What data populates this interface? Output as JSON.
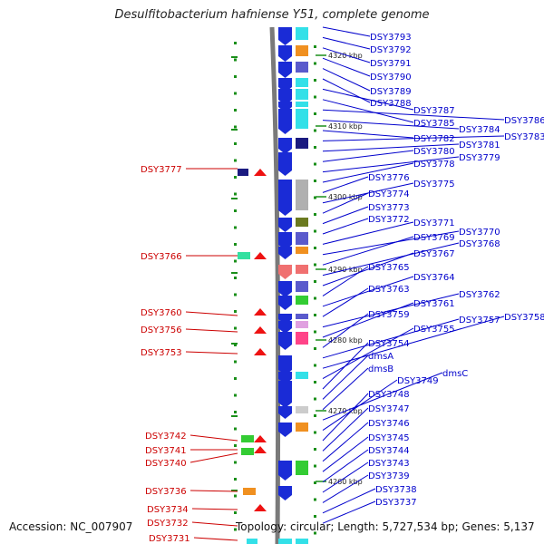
{
  "title": "Desulfitobacterium hafniense Y51, complete genome",
  "accession": "Accession: NC_007907",
  "summary": "Topology: circular; Length: 5,727,534 bp; Genes: 5,137",
  "colors": {
    "right_label": "#0000cc",
    "left_label": "#cc0000",
    "backbone": "#808080",
    "tick": "#1a8f1a"
  },
  "ruler_labels": [
    "4320 kbp",
    "4310 kbp",
    "4300 kbp",
    "4290 kbp",
    "4280 kbp",
    "4270 kbp",
    "4260 kbp"
  ],
  "right_genes": [
    "DSY3793",
    "DSY3792",
    "DSY3791",
    "DSY3790",
    "DSY3789",
    "DSY3788",
    "DSY3787",
    "DSY3785",
    "DSY3786",
    "DSY3784",
    "DSY3782",
    "DSY3783",
    "DSY3781",
    "DSY3780",
    "DSY3779",
    "DSY3778",
    "DSY3776",
    "DSY3775",
    "DSY3774",
    "DSY3773",
    "DSY3772",
    "DSY3771",
    "DSY3770",
    "DSY3769",
    "DSY3768",
    "DSY3767",
    "DSY3765",
    "DSY3764",
    "DSY3763",
    "DSY3762",
    "DSY3761",
    "DSY3759",
    "DSY3757",
    "DSY3758",
    "DSY3755",
    "DSY3754",
    "dmsA",
    "dmsB",
    "dmsC",
    "DSY3749",
    "DSY3748",
    "DSY3747",
    "DSY3746",
    "DSY3745",
    "DSY3744",
    "DSY3743",
    "DSY3739",
    "DSY3738",
    "DSY3737"
  ],
  "left_genes": [
    "DSY3777",
    "DSY3766",
    "DSY3760",
    "DSY3756",
    "DSY3753",
    "DSY3742",
    "DSY3741",
    "DSY3740",
    "DSY3736",
    "DSY3734",
    "DSY3732",
    "DSY3731"
  ]
}
